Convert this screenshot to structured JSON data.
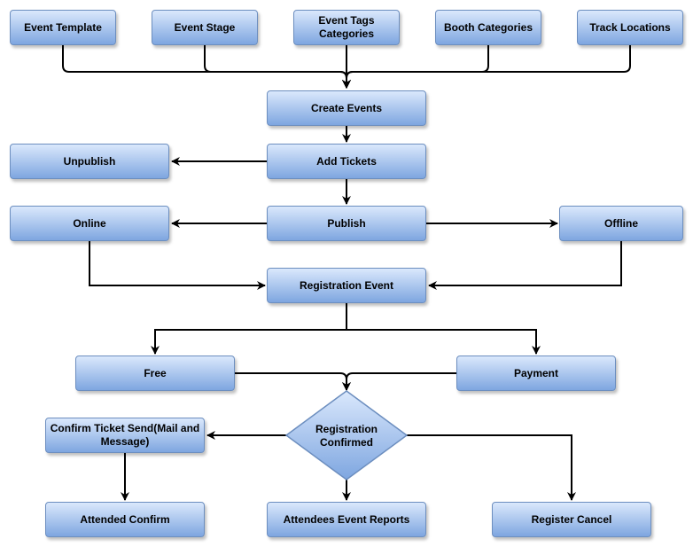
{
  "nodes": {
    "event_template": "Event Template",
    "event_stage": "Event Stage",
    "event_tags_categories": "Event Tags Categories",
    "booth_categories": "Booth Categories",
    "track_locations": "Track Locations",
    "create_events": "Create Events",
    "unpublish": "Unpublish",
    "add_tickets": "Add Tickets",
    "online": "Online",
    "publish": "Publish",
    "offline": "Offline",
    "registration_event": "Registration Event",
    "free": "Free",
    "payment": "Payment",
    "confirm_ticket_send": "Confirm Ticket Send(Mail and Message)",
    "registration_confirmed": "Registration Confirmed",
    "attended_confirm": "Attended Confirm",
    "attendees_event_reports": "Attendees Event Reports",
    "register_cancel": "Register Cancel"
  },
  "colors": {
    "fill_top": "#dae8fc",
    "fill_bottom": "#7ea6e0",
    "stroke": "#6c8ebf",
    "connector": "#000000"
  }
}
